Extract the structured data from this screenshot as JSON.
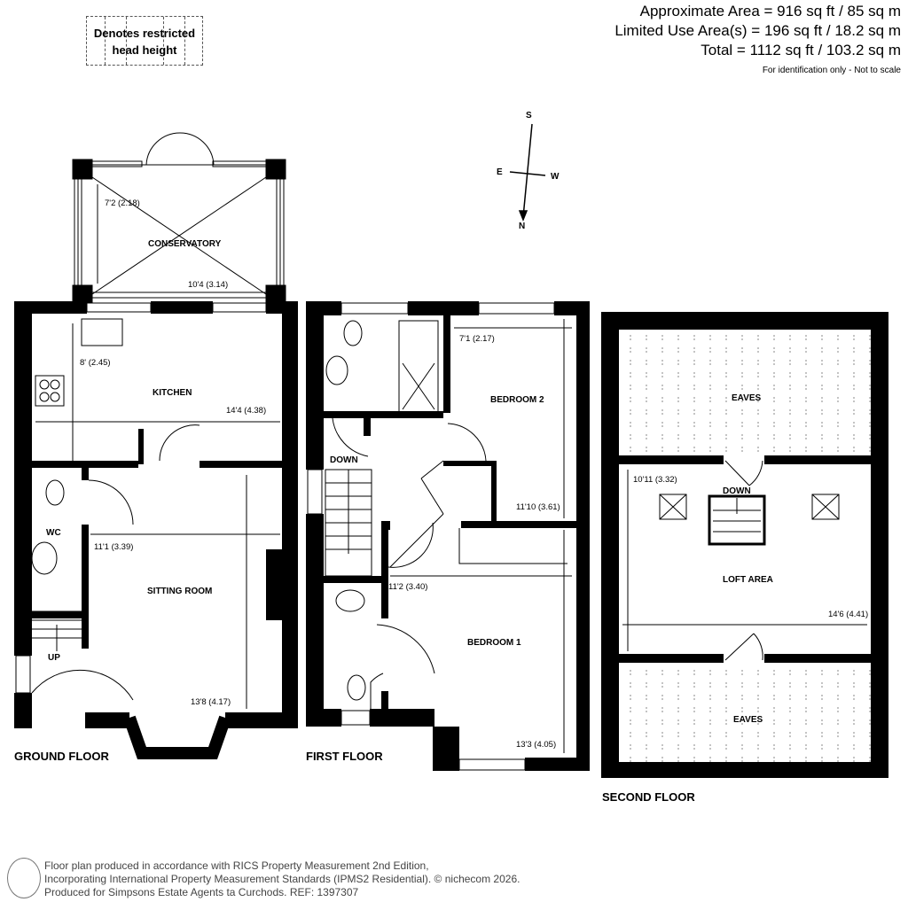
{
  "areas": {
    "approximate": "Approximate Area = 916 sq ft / 85 sq m",
    "limited": "Limited Use Area(s) = 196 sq ft / 18.2 sq m",
    "total": "Total = 1112 sq ft / 103.2 sq m",
    "disclaimer": "For identification only - Not to scale"
  },
  "legend": {
    "line1": "Denotes restricted",
    "line2": "head height"
  },
  "compass": {
    "s": "S",
    "e": "E",
    "w": "W",
    "n": "N"
  },
  "ground_floor": {
    "title": "GROUND FLOOR",
    "rooms": {
      "conservatory": "CONSERVATORY",
      "kitchen": "KITCHEN",
      "wc": "WC",
      "sitting": "SITTING ROOM",
      "up": "UP"
    },
    "dims": {
      "cons_w": "10'4 (3.14)",
      "cons_h": "7'2 (2.18)",
      "kit_w": "14'4 (4.38)",
      "kit_h": "8' (2.45)",
      "sit_w": "11'1 (3.39)",
      "sit_h": "13'8 (4.17)"
    }
  },
  "first_floor": {
    "title": "FIRST FLOOR",
    "rooms": {
      "bed2": "BEDROOM 2",
      "bed1": "BEDROOM 1",
      "down": "DOWN"
    },
    "dims": {
      "bed2_w": "7'1 (2.17)",
      "bed2_h": "11'10 (3.61)",
      "bed1_w": "11'2 (3.40)",
      "bed1_h": "13'3 (4.05)"
    }
  },
  "second_floor": {
    "title": "SECOND FLOOR",
    "rooms": {
      "eaves_top": "EAVES",
      "eaves_bottom": "EAVES",
      "loft": "LOFT AREA",
      "down": "DOWN"
    },
    "dims": {
      "loft_h": "10'11 (3.32)",
      "loft_w": "14'6 (4.41)"
    }
  },
  "footer": {
    "line1": "Floor plan produced in accordance with RICS Property Measurement 2nd Edition,",
    "line2": "Incorporating International Property Measurement Standards (IPMS2 Residential).   © nichecom 2026.",
    "line3": "Produced for Simpsons Estate Agents ta Curchods.   REF: 1397307"
  }
}
